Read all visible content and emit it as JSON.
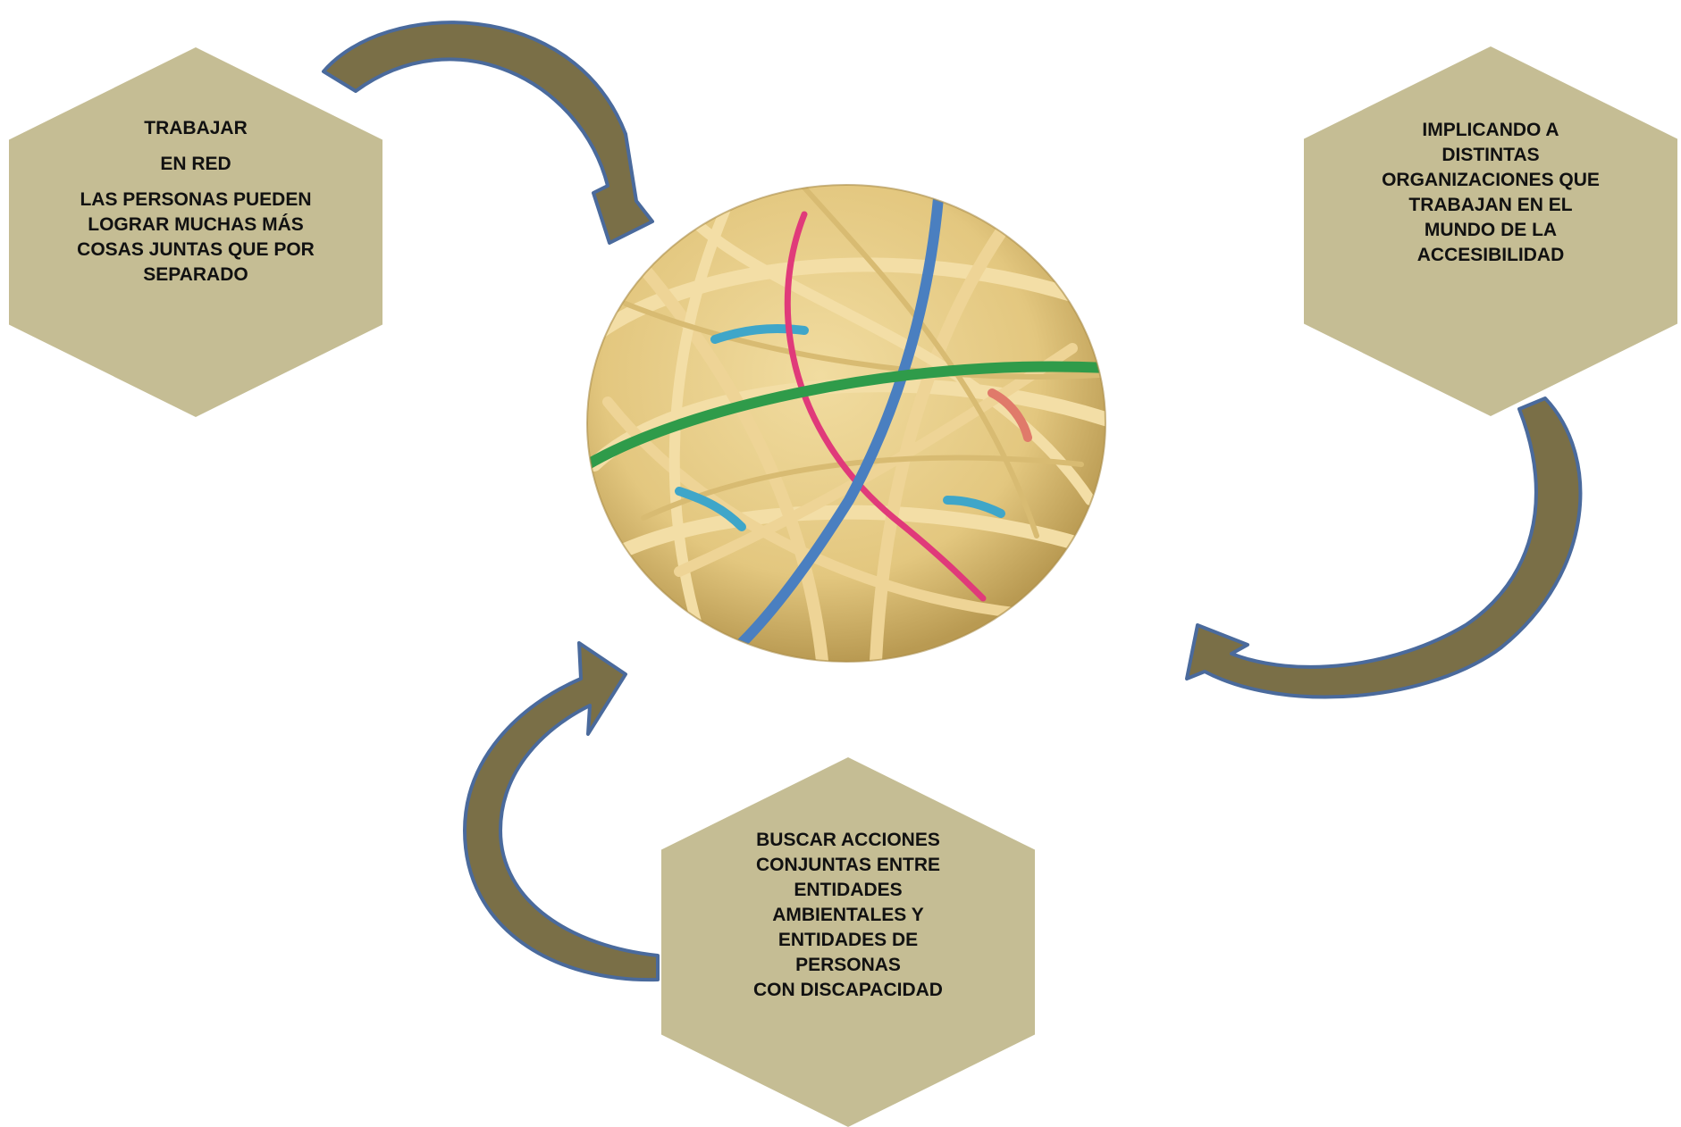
{
  "colors": {
    "hexagon_fill": "#c5bd94",
    "arrow_fill": "#7a6f47",
    "arrow_outline": "#4a6a9c",
    "text": "#111111"
  },
  "hexagons": {
    "left": {
      "line1": "TRABAJAR",
      "line2": "EN RED",
      "line3": "LAS PERSONAS PUEDEN",
      "line4": "LOGRAR MUCHAS MÁS",
      "line5": "COSAS JUNTAS QUE POR",
      "line6": "SEPARADO"
    },
    "right": {
      "line1": "IMPLICANDO A",
      "line2": "DISTINTAS",
      "line3": "ORGANIZACIONES QUE",
      "line4": "TRABAJAN EN EL",
      "line5": "MUNDO DE LA",
      "line6": "ACCESIBILIDAD"
    },
    "bottom": {
      "line1": "BUSCAR ACCIONES",
      "line2": "CONJUNTAS ENTRE",
      "line3": "ENTIDADES",
      "line4": "AMBIENTALES Y",
      "line5": "ENTIDADES DE PERSONAS",
      "line6": "CON DISCAPACIDAD"
    }
  },
  "center_image": {
    "icon": "rubber-band-ball",
    "band_colors": [
      "#e8cd86",
      "#2f9b4a",
      "#4a7fc0",
      "#e03a7a",
      "#3fa6c9"
    ]
  }
}
